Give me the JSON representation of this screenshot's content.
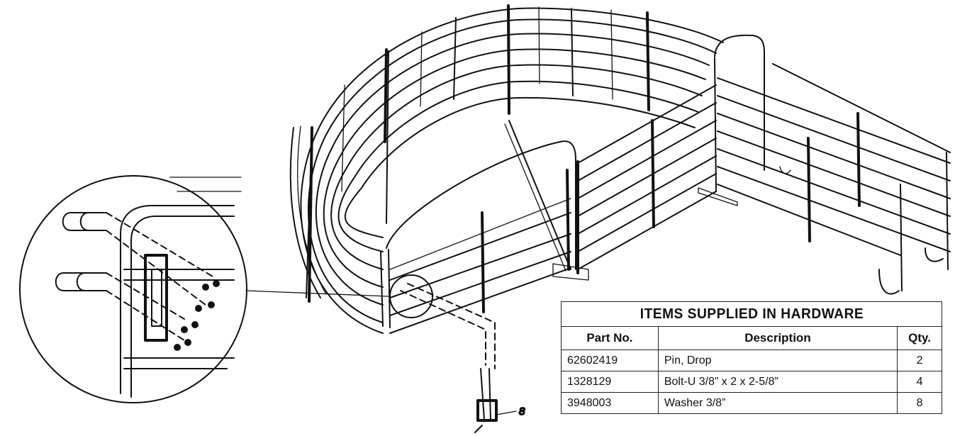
{
  "callout": {
    "number": "8"
  },
  "hardware_table": {
    "title": "ITEMS SUPPLIED IN HARDWARE",
    "columns": [
      "Part No.",
      "Description",
      "Qty."
    ],
    "rows": [
      {
        "part": "62602419",
        "description": "Pin, Drop",
        "qty": "2"
      },
      {
        "part": "1328129",
        "description": "Bolt-U 3/8” x 2 x 2-5/8”",
        "qty": "4"
      },
      {
        "part": "3948003",
        "description": "Washer 3/8”",
        "qty": "8"
      }
    ]
  }
}
